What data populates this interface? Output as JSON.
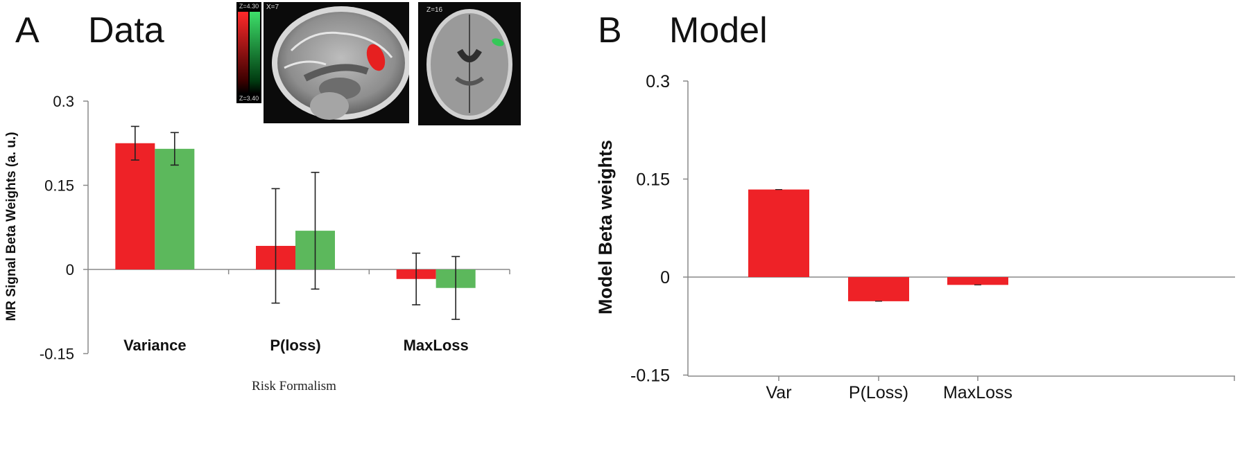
{
  "panel_a": {
    "letter": "A",
    "title": "Data",
    "inset": {
      "colorbar_top": "Z=4.30",
      "colorbar_bottom": "Z=3.40",
      "slice1_label": "X=7",
      "slice2_label": "Z=16"
    }
  },
  "panel_b": {
    "letter": "B",
    "title": "Model"
  },
  "colors": {
    "red": "#ee2227",
    "green": "#5cb85c",
    "axis": "#888888"
  },
  "chart_data": [
    {
      "type": "bar",
      "title": "Data",
      "ylabel": "MR Signal Beta Weights (a. u.)",
      "xlabel": "Risk Formalism",
      "ylim": [
        -0.15,
        0.3
      ],
      "yticks": [
        "0.3",
        "0.15",
        "0",
        "-0.15"
      ],
      "ytick_values": [
        0.3,
        0.15,
        0,
        -0.15
      ],
      "categories": [
        "Variance",
        "P(loss)",
        "MaxLoss"
      ],
      "series": [
        {
          "color": "#ee2227",
          "values": [
            0.225,
            0.042,
            -0.017
          ],
          "errors": [
            0.03,
            0.102,
            0.046
          ]
        },
        {
          "color": "#5cb85c",
          "values": [
            0.215,
            0.069,
            -0.033
          ],
          "errors": [
            0.029,
            0.104,
            0.056
          ]
        }
      ],
      "grid": false
    },
    {
      "type": "bar",
      "title": "Model",
      "ylabel": "Model Beta weights",
      "xlabel": "",
      "ylim": [
        -0.15,
        0.3
      ],
      "yticks": [
        "0.3",
        "0.15",
        "0",
        "-0.15"
      ],
      "ytick_values": [
        0.3,
        0.15,
        0,
        -0.15
      ],
      "categories": [
        "Var",
        "P(Loss)",
        "MaxLoss"
      ],
      "series": [
        {
          "color": "#ee2227",
          "values": [
            0.134,
            -0.037,
            -0.012
          ]
        }
      ],
      "grid": false
    }
  ]
}
